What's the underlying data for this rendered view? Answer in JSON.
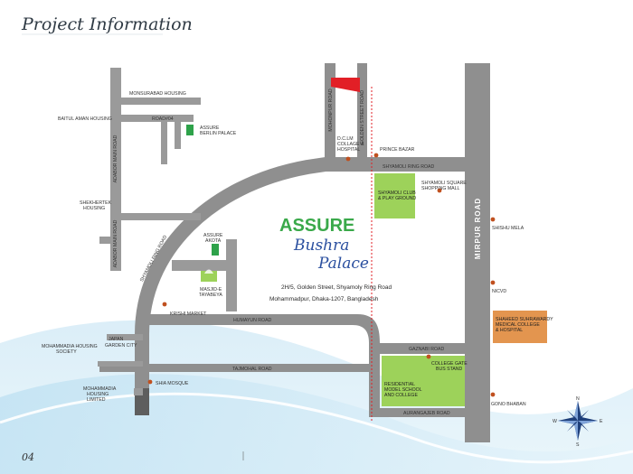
{
  "header": {
    "title": "Project Information"
  },
  "footer": {
    "page_number": "04"
  },
  "project": {
    "brand": "ASSURE",
    "name_line1": "Bushra",
    "name_line2": "Palace",
    "address_line1": "2H/5, Golden Street, Shyamoly Ring Road",
    "address_line2": "Mohammadpur, Dhaka-1207, Bangladesh"
  },
  "roads": {
    "adabor_main_road": "ADABOR MAIN ROAD",
    "road_4": "ROAD#04",
    "mohonpur_road": "MOHONPUR ROAD",
    "golden_street_road": "GOLDEN STREET ROAD",
    "shyamoli_ring_road": "SHYAMOLI RING ROAD",
    "shyamoli_ring_road_curve": "SHYAMOLI RING ROAD",
    "mirpur_road": "MIRPUR ROAD",
    "humayun_road": "HUMAYUN ROAD",
    "tajmohal_road": "TAJMOHAL ROAD",
    "gaznabi_road": "GAZNABI ROAD",
    "aurangajeb_road": "AURANGAJEB ROAD"
  },
  "places": {
    "monsurabad": "MONSURABAD HOUSING",
    "baitul_aman": "BAITUL AMAN HOUSING",
    "assure_berlin_1": "ASSURE",
    "assure_berlin_2": "BERLIN PALACE",
    "shekhertek_1": "SHEKHERTEK",
    "shekhertek_2": "HOUSING",
    "assure_akota_1": "ASSURE",
    "assure_akota_2": "AKOTA",
    "masjid_1": "MASJID-E",
    "masjid_2": "TAYABEYA",
    "krishi_market": "KRISHI MARKET",
    "japan_garden_1": "JAPAN",
    "japan_garden_2": "GARDEN CITY",
    "mohammadia_society_1": "MOHAMMADIA HOUSING",
    "mohammadia_society_2": "SOCIETY",
    "mohammadia_limited_1": "MOHAMMADIA",
    "mohammadia_limited_2": "HOUSING",
    "mohammadia_limited_3": "LIMITED",
    "shia_mosque": "SHIA MOSQUE",
    "dclm_1": "D.C.LM",
    "dclm_2": "COLLAGE &",
    "dclm_3": "HOSPITAL",
    "prince_bazar": "PRINCE BAZAR",
    "shyamoli_club_1": "SHYAMOLI CLUB",
    "shyamoli_club_2": "& PLAY GROUND",
    "shyamoli_square_1": "SHYAMOLI SQUARE",
    "shyamoli_square_2": "SHOPPING MALL",
    "shishu_mela": "SHISHU MELA",
    "nicvd": "NICVD",
    "suhrawardy_1": "SHAHEED SUHRAWARDY",
    "suhrawardy_2": "MEDICAL COLLEGE",
    "suhrawardy_3": "& HOSPITAL",
    "college_gate_1": "COLLEGE GATE",
    "college_gate_2": "BUS STAND",
    "residential_1": "RESIDENTIAL",
    "residential_2": "MODEL SCHOOL",
    "residential_3": "AND COLLEGE",
    "gono_bhaban": "GONO BHABAN"
  },
  "compass": {
    "n": "N",
    "s": "S",
    "e": "E",
    "w": "W"
  },
  "colors": {
    "road": "#8f8f8f",
    "road_dark": "#5e5e5e",
    "accent_green": "#3aa94a",
    "park_green": "#9dd25a",
    "hospital_orange": "#e3954f",
    "marker_red": "#e21f26",
    "dot": "#c0501f",
    "title": "#2f3a44",
    "brand_blue": "#2a4f9f"
  }
}
